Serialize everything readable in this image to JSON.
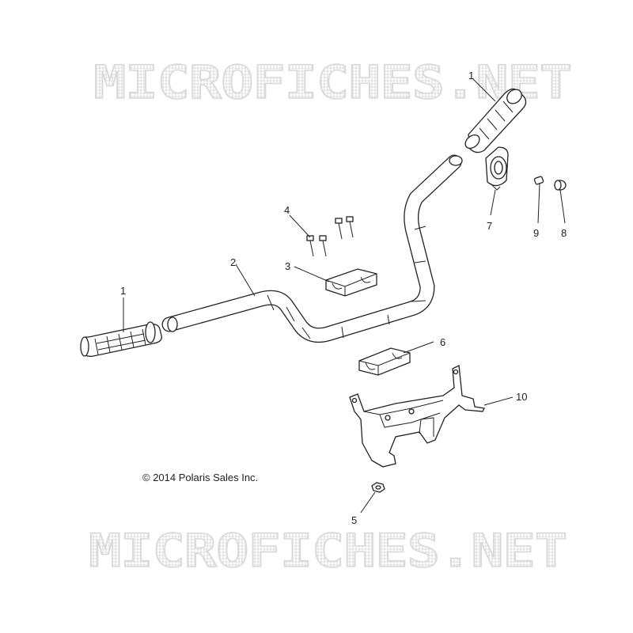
{
  "watermark": {
    "text": "MICROFICHES.NET",
    "color": "#d6d6d6"
  },
  "copyright": "© 2014 Polaris Sales Inc.",
  "callouts": [
    {
      "id": "grip-right",
      "label": "1"
    },
    {
      "id": "grip-left",
      "label": "1"
    },
    {
      "id": "handlebar",
      "label": "2"
    },
    {
      "id": "upper-clamp",
      "label": "3"
    },
    {
      "id": "bolts",
      "label": "4"
    },
    {
      "id": "nut",
      "label": "5"
    },
    {
      "id": "lower-clamp",
      "label": "6"
    },
    {
      "id": "end-cap",
      "label": "7"
    },
    {
      "id": "plug",
      "label": "8"
    },
    {
      "id": "screw",
      "label": "9"
    },
    {
      "id": "bracket",
      "label": "10"
    }
  ],
  "colors": {
    "line": "#222222",
    "fill": "#ffffff"
  }
}
